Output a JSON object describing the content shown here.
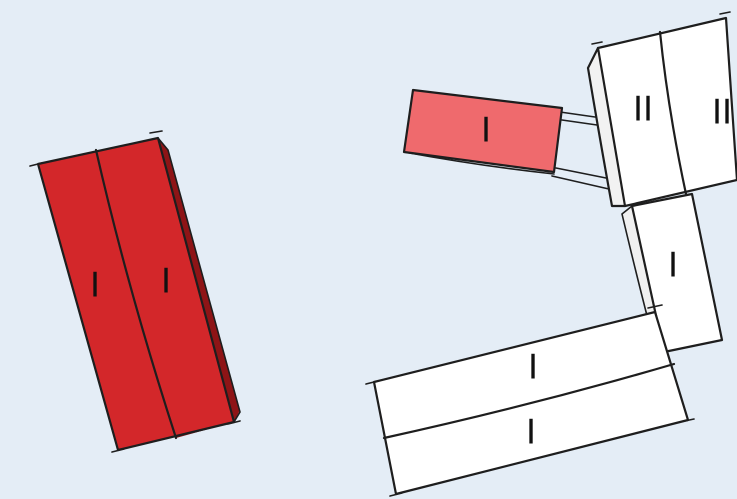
{
  "colors": {
    "background": "#e4edf6",
    "dark_red": "#d3272a",
    "dark_red_side": "#8e1416",
    "light_red": "#ef6a6d",
    "white_block": "#ffffff",
    "outline": "#1e1e1e"
  },
  "blocks": {
    "dark_red_left": {
      "color": "dark red",
      "labels": [
        "I",
        "I"
      ]
    },
    "light_red": {
      "color": "light red",
      "labels": [
        "I"
      ]
    },
    "white_top": {
      "color": "white",
      "labels": [
        "II",
        "II"
      ]
    },
    "white_middle": {
      "color": "white",
      "labels": [
        "I"
      ]
    },
    "white_bottom": {
      "color": "white",
      "labels": [
        "I",
        "I"
      ]
    }
  }
}
